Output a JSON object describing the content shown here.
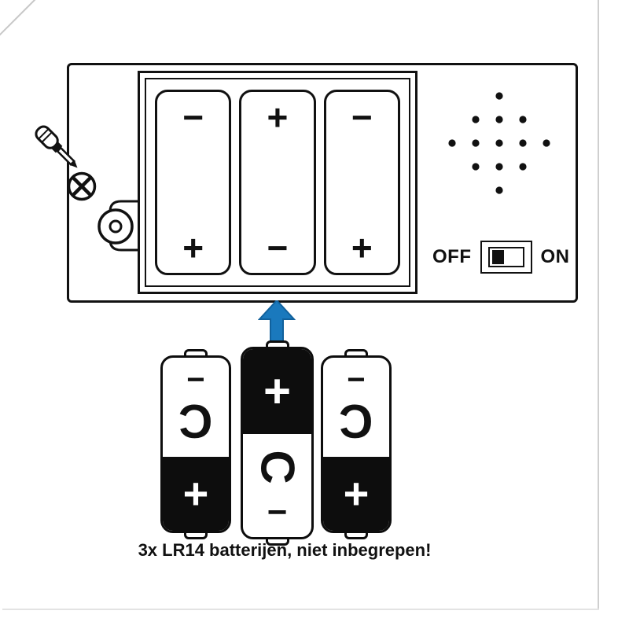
{
  "caption": "3x LR14 batterijen, niet inbegrepen!",
  "device": {
    "slots": [
      {
        "top": "−",
        "bottom": "+"
      },
      {
        "top": "+",
        "bottom": "−"
      },
      {
        "top": "−",
        "bottom": "+"
      }
    ],
    "switch": {
      "off": "OFF",
      "on": "ON",
      "state": "OFF"
    }
  },
  "batteries": [
    {
      "top": "−",
      "label": "C",
      "bottom": "+"
    },
    {
      "top": "+",
      "label": "C",
      "bottom": "−"
    },
    {
      "top": "−",
      "label": "C",
      "bottom": "+"
    }
  ],
  "colors": {
    "arrow": "#1a79bd",
    "ink": "#111111"
  },
  "icons": [
    "screwdriver-icon",
    "phillips-screw-icon",
    "screw-hole-icon",
    "speaker-grille-icon",
    "insert-direction-arrow-icon"
  ]
}
